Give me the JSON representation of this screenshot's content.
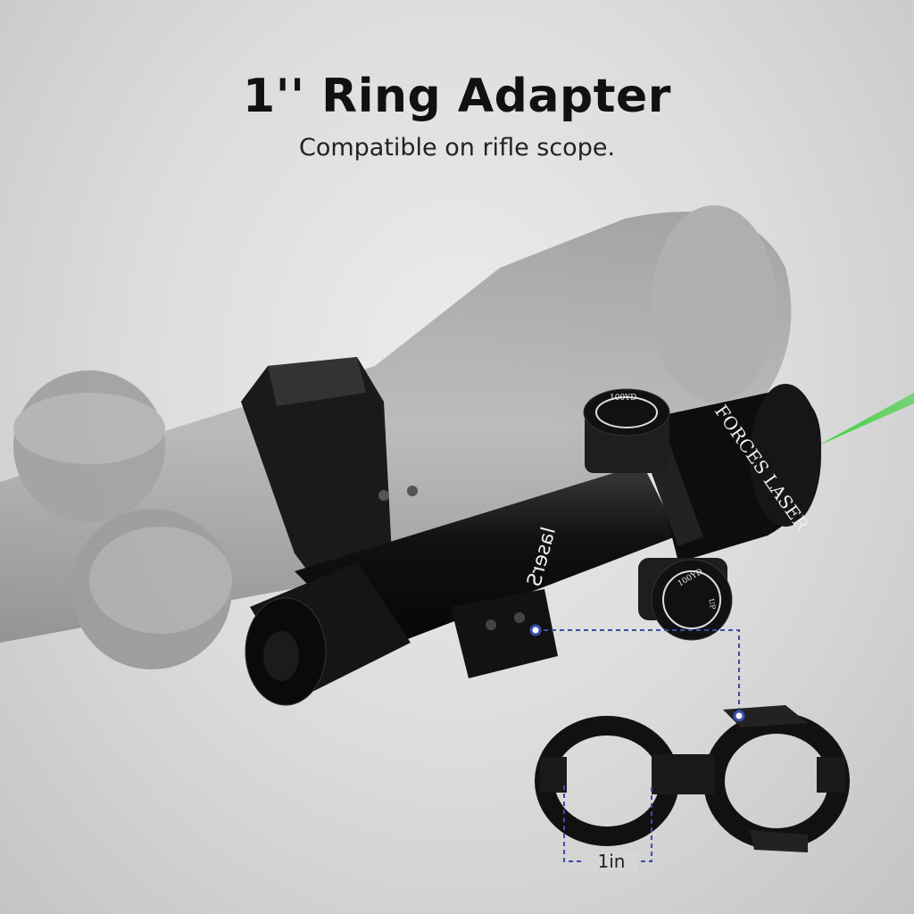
{
  "header": {
    "title": "1'' Ring Adapter",
    "subtitle": "Compatible on rifle scope."
  },
  "product": {
    "brand_text_body": "laserS",
    "brand_text_ring": "FORCES LASER",
    "knob_text": "100YD",
    "knob_up": "UP",
    "beam_color": "#3cd23c"
  },
  "dimension": {
    "label": "1in",
    "line_color": "#3a4fa8"
  }
}
